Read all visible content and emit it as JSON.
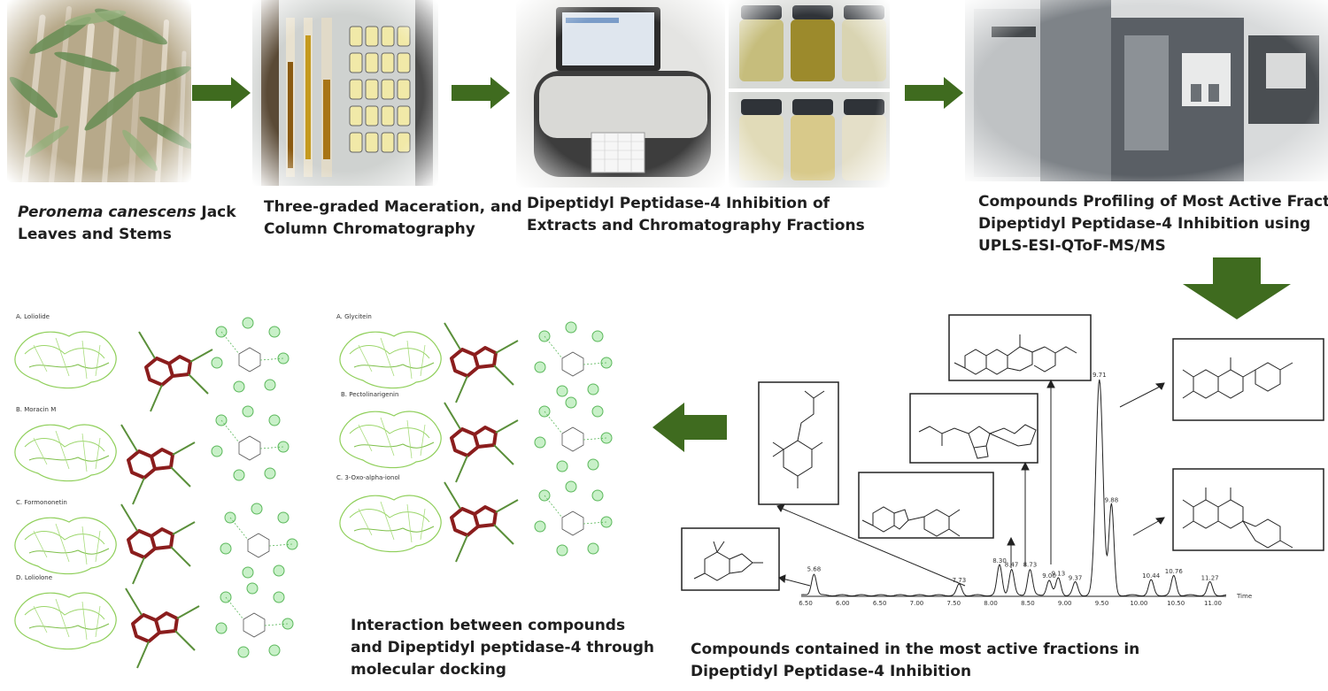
{
  "colors": {
    "arrow": "#3f6b1f",
    "protein": "#8fcf5a",
    "ligand": "#8b1d1d"
  },
  "steps": [
    {
      "name_italic": "Peronema canescens",
      "name_rest": " Jack",
      "line2": "Leaves and Stems"
    },
    {
      "line1": "Three-graded Maceration, and",
      "line2": "Column Chromatography"
    },
    {
      "line1": "Dipeptidyl Peptidase-4 Inhibition of",
      "line2": "Extracts and Chromatography Fractions"
    },
    {
      "line1": "Compounds Profiling of Most Active Fraction in",
      "line2": "Dipeptidyl Peptidase-4 Inhibition using",
      "line3": "UPLS-ESI-QToF-MS/MS"
    }
  ],
  "docking": {
    "left_panels": [
      "A. Loliolide",
      "B. Moracin M",
      "C. Formononetin",
      "D. Loliolone"
    ],
    "right_panels": [
      "A. Glycitein",
      "B. Pectolinarigenin",
      "C. 3-Oxo-alpha-ionol"
    ],
    "caption_line1": "Interaction between compounds",
    "caption_line2": "and Dipeptidyl peptidase-4 through",
    "caption_line3": "molecular docking"
  },
  "chromatogram": {
    "caption_line1": "Compounds contained in the most active fractions in",
    "caption_line2": "Dipeptidyl Peptidase-4 Inhibition",
    "x_ticks": [
      "6.50",
      "6.00",
      "6.50",
      "7.00",
      "7.50",
      "8.00",
      "8.50",
      "9.00",
      "9.50",
      "10.00",
      "10.50",
      "11.00"
    ],
    "x_unit": "Time",
    "peaks": [
      {
        "rt": "5.68",
        "h": 0.1
      },
      {
        "rt": "7.73",
        "h": 0.05
      },
      {
        "rt": "8.30",
        "h": 0.14
      },
      {
        "rt": "8.47",
        "h": 0.12
      },
      {
        "rt": "8.73",
        "h": 0.12
      },
      {
        "rt": "9.00",
        "h": 0.07
      },
      {
        "rt": "9.13",
        "h": 0.08
      },
      {
        "rt": "9.37",
        "h": 0.06
      },
      {
        "rt": "9.71",
        "h": 1.0
      },
      {
        "rt": "9.88",
        "h": 0.42
      },
      {
        "rt": "10.44",
        "h": 0.07
      },
      {
        "rt": "10.76",
        "h": 0.09
      },
      {
        "rt": "11.27",
        "h": 0.06
      }
    ]
  }
}
